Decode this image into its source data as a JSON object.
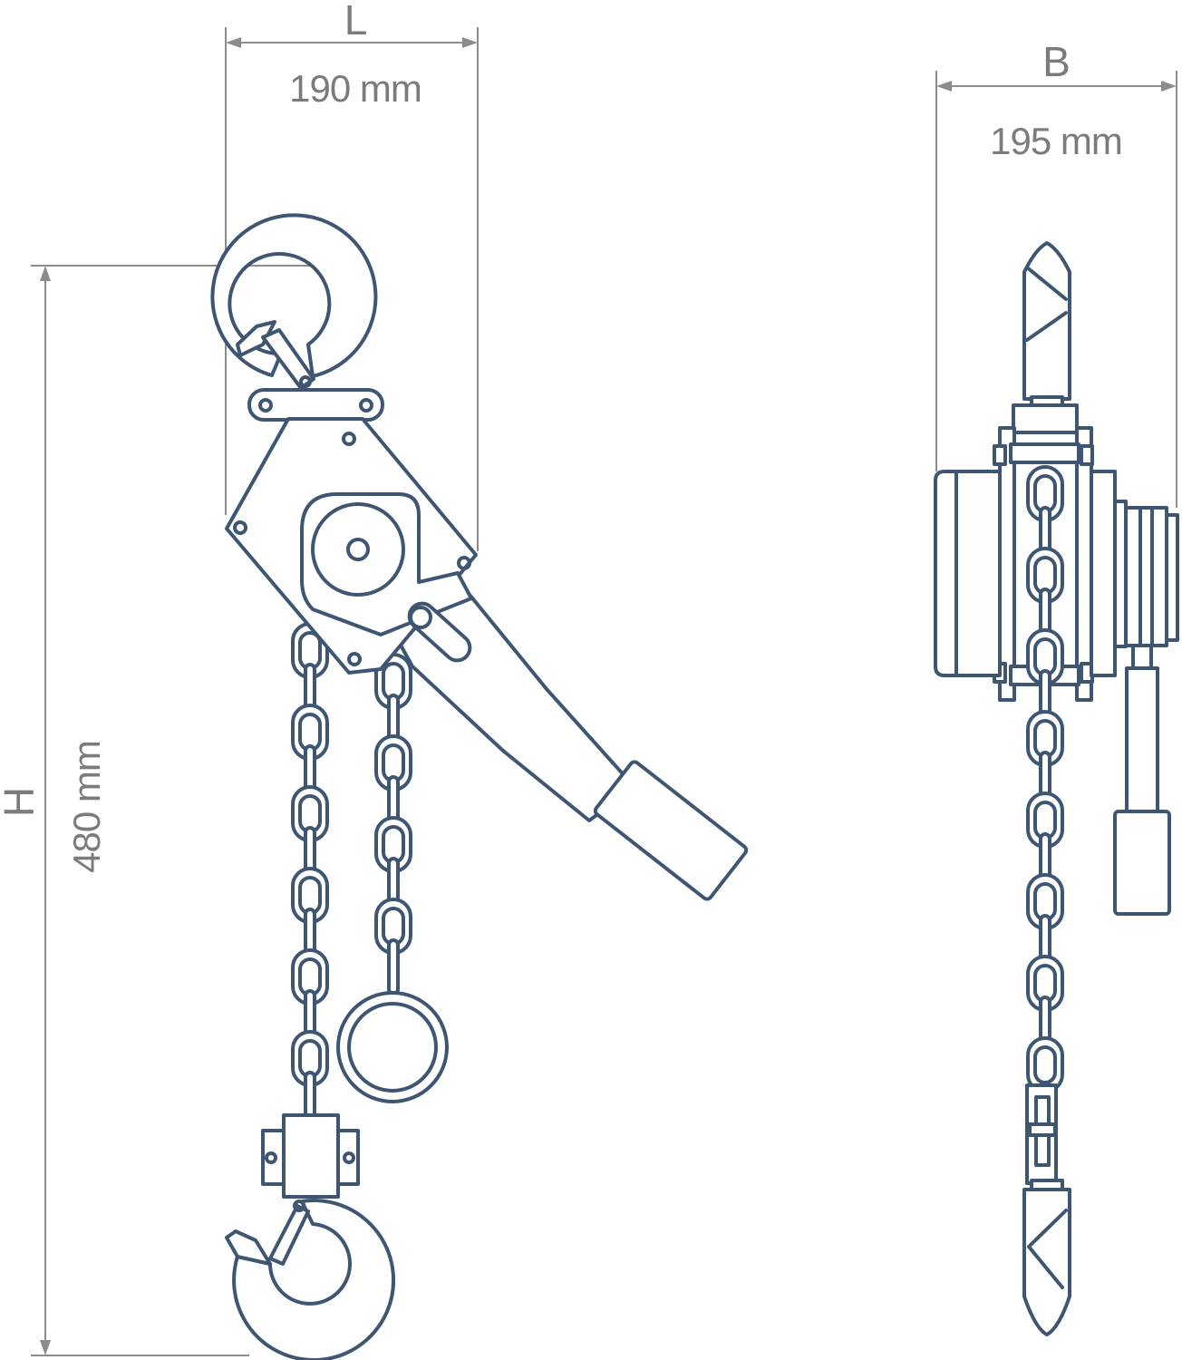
{
  "colors": {
    "ink": "#3f5673",
    "dimension": "#8c8c8c",
    "dimension_text": "#7b7b7b",
    "background": "#ffffff"
  },
  "views": {
    "front": {
      "length_label": "L",
      "length_value": "190 mm",
      "height_label": "H",
      "height_value": "480 mm"
    },
    "side": {
      "width_label": "B",
      "width_value": "195 mm"
    }
  }
}
